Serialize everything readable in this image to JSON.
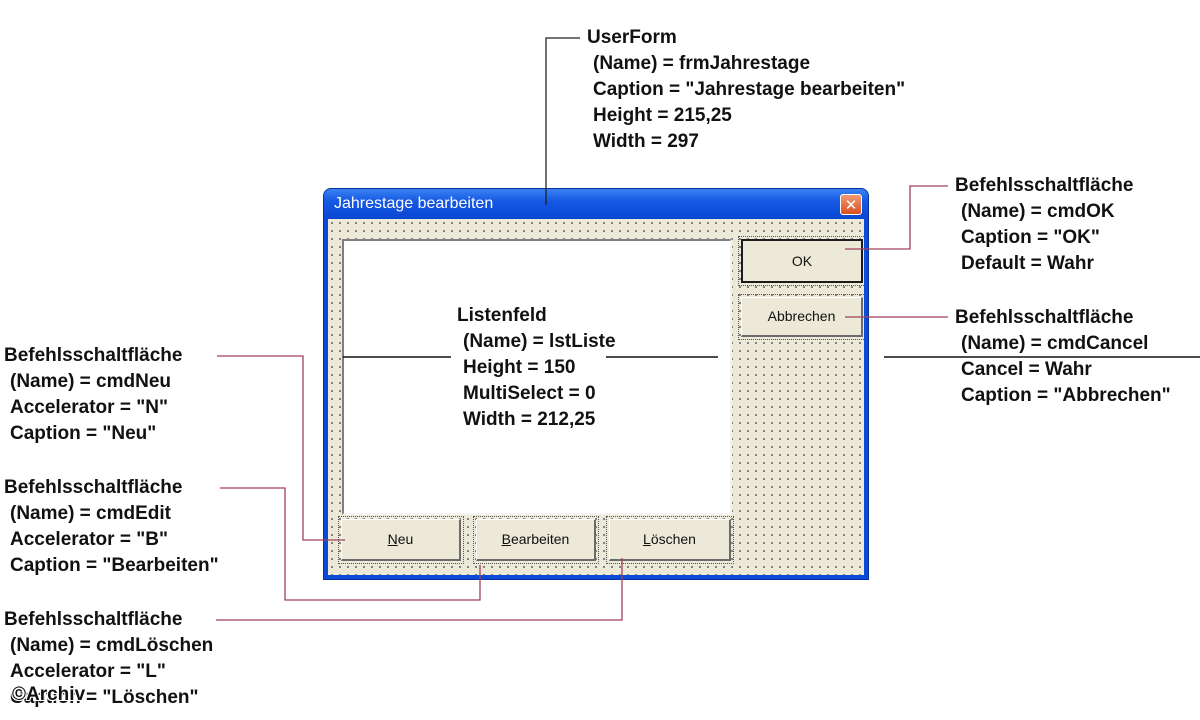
{
  "dialog": {
    "title": "Jahrestage bearbeiten",
    "close_glyph": "✕",
    "buttons": {
      "ok": "OK",
      "cancel": "Abbrechen",
      "new": {
        "mnemonic": "N",
        "rest": "eu"
      },
      "edit": {
        "mnemonic": "B",
        "rest": "earbeiten"
      },
      "delete": {
        "mnemonic": "L",
        "rest": "öschen"
      }
    }
  },
  "annotations": {
    "userform": {
      "title": "UserForm",
      "props": [
        "(Name) = frmJahrestage",
        "Caption = \"Jahrestage bearbeiten\"",
        "Height = 215,25",
        "Width = 297"
      ]
    },
    "listbox": {
      "title": "Listenfeld",
      "props": [
        "(Name) = lstListe",
        "Height = 150",
        "MultiSelect = 0",
        "Width = 212,25"
      ]
    },
    "cmdok": {
      "title": "Befehlsschaltfläche",
      "props": [
        "(Name) = cmdOK",
        "Caption = \"OK\"",
        "Default = Wahr"
      ]
    },
    "cmdcancel": {
      "title": "Befehlsschaltfläche",
      "props": [
        "(Name) = cmdCancel",
        "Cancel = Wahr",
        "Caption = \"Abbrechen\""
      ]
    },
    "cmdneu": {
      "title": "Befehlsschaltfläche",
      "props": [
        "(Name) = cmdNeu",
        "Accelerator = \"N\"",
        "Caption = \"Neu\""
      ]
    },
    "cmdedit": {
      "title": "Befehlsschaltfläche",
      "props": [
        "(Name) = cmdEdit",
        "Accelerator = \"B\"",
        "Caption = \"Bearbeiten\""
      ]
    },
    "cmdloeschen": {
      "title": "Befehlsschaltfläche",
      "props": [
        "(Name) = cmdLöschen",
        "Accelerator = \"L\"",
        "Caption = \"Löschen\""
      ]
    }
  },
  "watermark": "©Archiv",
  "colors": {
    "titlebar": "#1559e5",
    "dialog_face": "#ece9d8",
    "close_button": "#d9501f",
    "leader_red": "#a0405a"
  }
}
